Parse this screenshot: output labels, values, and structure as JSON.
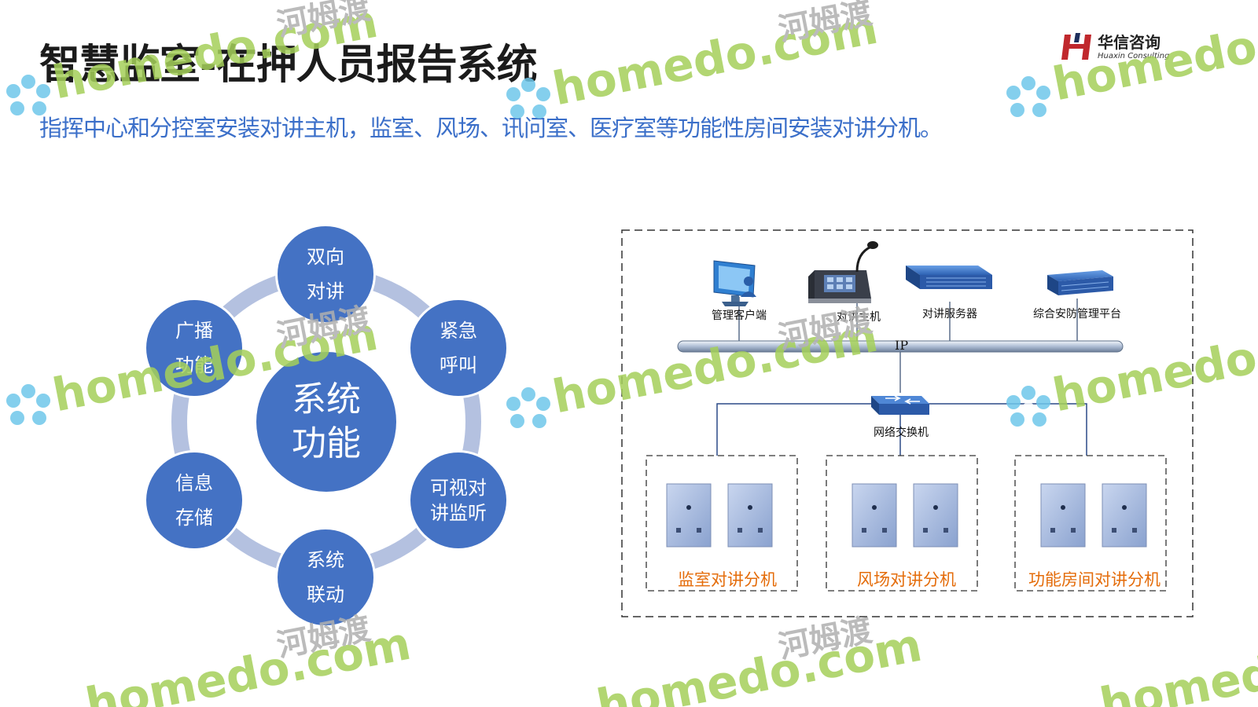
{
  "header": {
    "title": "智慧监室-在押人员报告系统",
    "subtitle": "指挥中心和分控室安装对讲主机，监室、风场、讯问室、医疗室等功能性房间安装对讲分机。"
  },
  "logo": {
    "name_cn": "华信咨询",
    "name_en": "Huaxin Consulting"
  },
  "cycle": {
    "center": [
      "系统",
      "功能"
    ],
    "nodes": [
      {
        "lines": [
          "双向",
          "对讲"
        ]
      },
      {
        "lines": [
          "紧急",
          "呼叫"
        ]
      },
      {
        "lines": [
          "可视对",
          "讲监听"
        ]
      },
      {
        "lines": [
          "系统",
          "联动"
        ]
      },
      {
        "lines": [
          "信息",
          "存储"
        ]
      },
      {
        "lines": [
          "广播",
          "功能"
        ]
      }
    ]
  },
  "architecture": {
    "devices": [
      {
        "label": "管理客户端",
        "icon": "monitor-icon"
      },
      {
        "label": "对讲主机",
        "icon": "intercom-host-icon"
      },
      {
        "label": "对讲服务器",
        "icon": "server-icon"
      },
      {
        "label": "综合安防管理平台",
        "icon": "rack-server-icon"
      }
    ],
    "bus_label": "IP",
    "switch": {
      "label": "网络交换机",
      "icon": "network-switch-icon"
    },
    "groups": [
      {
        "label": "监室对讲分机"
      },
      {
        "label": "风场对讲分机"
      },
      {
        "label": "功能房间对讲分机"
      }
    ]
  },
  "watermark": {
    "text_en": "homedo.com",
    "text_cn": "河姆渡"
  },
  "colors": {
    "node_blue": "#4472c4",
    "ring": "#b4c1e0",
    "subtitle_blue": "#3b6fc9",
    "group_orange": "#e46c0a",
    "watermark_green": "#a5d05a"
  }
}
